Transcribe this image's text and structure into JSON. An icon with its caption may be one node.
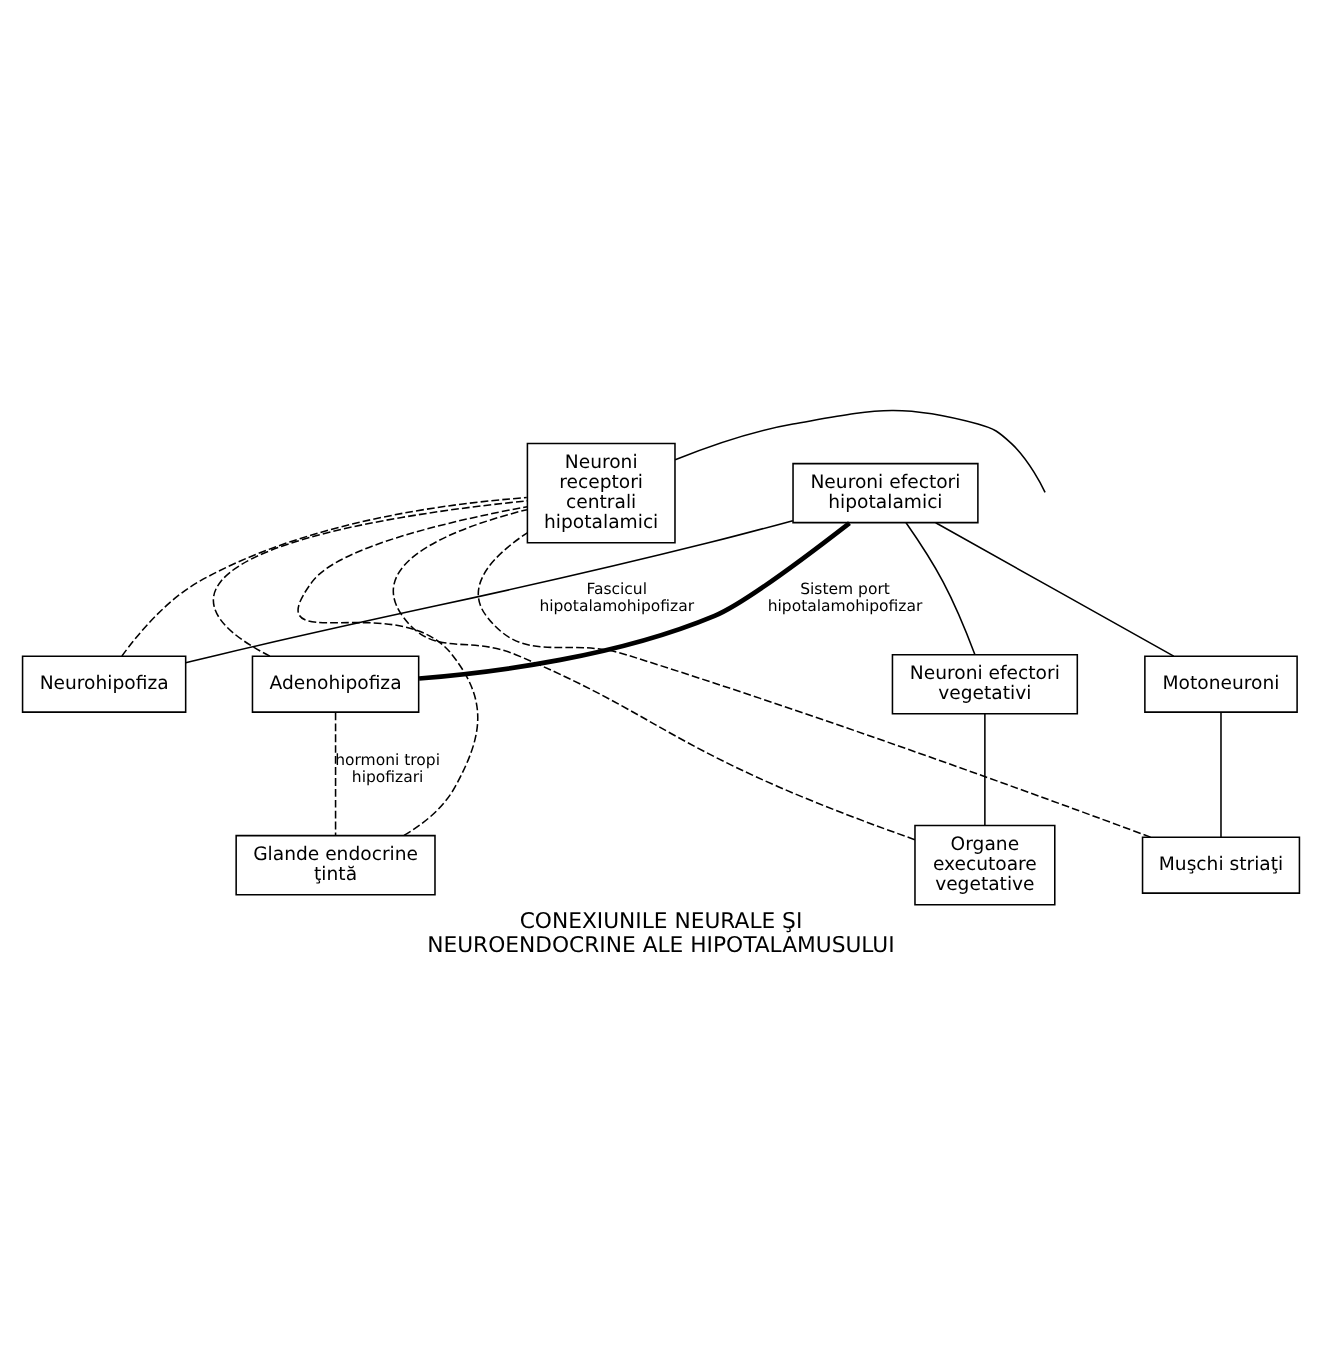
{
  "diagram": {
    "title": "CONEXIUNILE NEURALE ŞI NEUROENDOCRINE ALE HIPOTALAMUSULUI",
    "nodes": [
      {
        "text": [
          "Neuroni receptori centrali hipotalamici"
        ]
      },
      {
        "text": [
          "Neuroni efectori hipotalamici"
        ]
      },
      {
        "text": [
          "Neurohipofiza"
        ]
      },
      {
        "text": [
          "Adenohipofiza"
        ]
      },
      {
        "text": [
          "Glande endocrine ţintă"
        ]
      },
      {
        "text": [
          "Neuroni efectori vegetativi"
        ]
      },
      {
        "text": [
          "Organe executoare vegetative"
        ]
      },
      {
        "text": [
          "Motoneuroni"
        ]
      },
      {
        "text": [
          "Muşchi striaţi"
        ]
      }
    ],
    "edges": [
      {
        "from": null,
        "to": 0,
        "arrow": "none"
      },
      {
        "from": 1,
        "to": 2,
        "arrow": "none",
        "label": "Fascicul hipotalamohipofizar"
      },
      {
        "from": 1,
        "to": 3,
        "arrow": "none",
        "label": "Sistem port hipotalamohipofizar",
        "style": "thick"
      },
      {
        "from": 3,
        "to": 4,
        "arrow": "none",
        "label": "hormoni tropi hipofizari",
        "style": "dashed"
      },
      {
        "from": 1,
        "to": 5,
        "arrow": "none"
      },
      {
        "from": 1,
        "to": 7,
        "arrow": "none"
      },
      {
        "from": 5,
        "to": 6,
        "arrow": "none"
      },
      {
        "from": 7,
        "to": 8,
        "arrow": "none"
      },
      {
        "from": 2,
        "to": 0,
        "arrow": "none",
        "style": "dashed"
      },
      {
        "from": 3,
        "to": 0,
        "arrow": "none",
        "style": "dashed"
      },
      {
        "from": 4,
        "to": 0,
        "arrow": "none",
        "style": "dashed"
      },
      {
        "from": 6,
        "to": 0,
        "arrow": "none",
        "style": "dashed"
      },
      {
        "from": 8,
        "to": 0,
        "arrow": "none",
        "style": "dashed"
      }
    ]
  }
}
